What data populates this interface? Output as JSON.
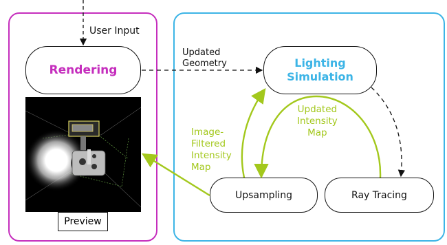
{
  "left": {
    "user_input_label": "User Input",
    "rendering_label": "Rendering",
    "preview_caption": "Preview"
  },
  "right": {
    "lighting_label": "Lighting\nSimulation",
    "upsampling_label": "Upsampling",
    "ray_tracing_label": "Ray Tracing",
    "updated_intensity_label": "Updated\nIntensity\nMap",
    "image_filtered_label": "Image-\nFiltered\nIntensity\nMap"
  },
  "edges": {
    "updated_geometry_label": "Updated\nGeometry"
  },
  "colors": {
    "left_panel_border": "#c52ebd",
    "right_panel_border": "#3cb4e6",
    "green_arrows": "#a3c81c"
  }
}
